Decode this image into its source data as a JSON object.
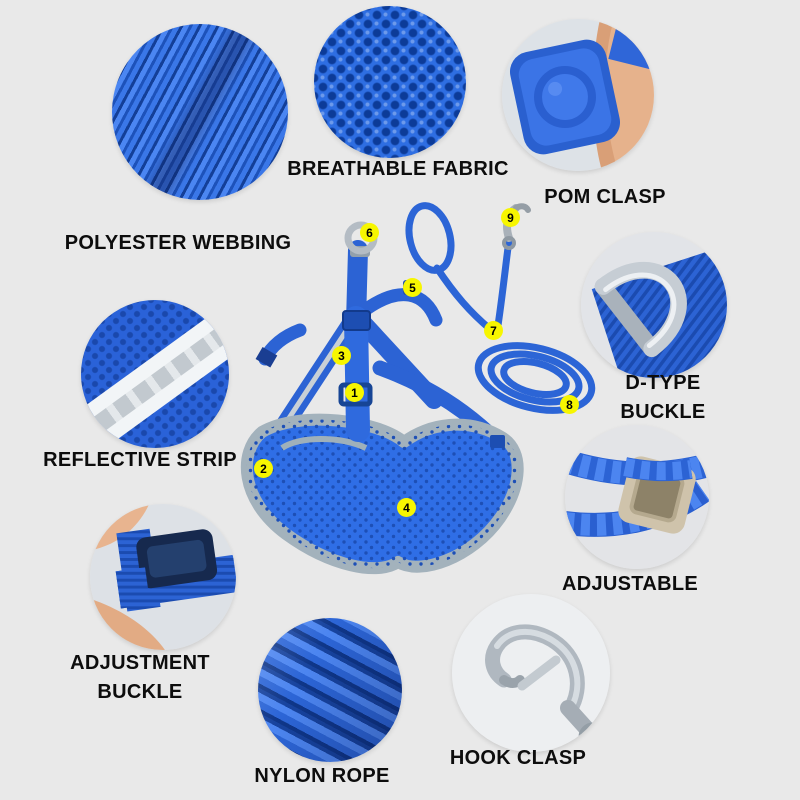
{
  "page": {
    "type": "product-feature-infographic"
  },
  "colors": {
    "background": "#e9e9e9",
    "product_blue": "#2c65d6",
    "product_blue_dark": "#17439e",
    "badge_yellow": "#f7f600",
    "label_text": "#0d0d0d",
    "reflective_gray": "#a8b5bf",
    "metal_silver": "#c3cad1",
    "buckle_tan": "#cfc3ab",
    "buckle_navy": "#16294e"
  },
  "callouts": [
    {
      "id": "polyester-webbing",
      "label": "POLYESTER WEBBING",
      "photo": "webbing-close-up"
    },
    {
      "id": "breathable-fabric",
      "label": "BREATHABLE FABRIC",
      "photo": "mesh-fabric-close-up"
    },
    {
      "id": "pom-clasp",
      "label": "POM CLASP",
      "photo": "pom-clasp-close-up"
    },
    {
      "id": "d-type-buckle",
      "label": "D-TYPE BUCKLE",
      "line1": "D-TYPE",
      "line2": "BUCKLE",
      "photo": "d-ring-close-up"
    },
    {
      "id": "adjustable",
      "label": "ADJUSTABLE",
      "photo": "rope-adjuster-close-up"
    },
    {
      "id": "reflective-strip",
      "label": "REFLECTIVE STRIP",
      "photo": "reflective-strip-close-up"
    },
    {
      "id": "adjustment-buckle",
      "label": "ADJUSTMENT BUCKLE",
      "line1": "ADJUSTMENT",
      "line2": "BUCKLE",
      "photo": "adjustment-buckle-close-up"
    },
    {
      "id": "nylon-rope",
      "label": "NYLON ROPE",
      "photo": "braided-rope-close-up"
    },
    {
      "id": "hook-clasp",
      "label": "HOOK CLASP",
      "photo": "metal-snap-hook-close-up"
    }
  ],
  "badges": {
    "numbers": [
      "1",
      "2",
      "3",
      "4",
      "5",
      "6",
      "7",
      "8",
      "9"
    ]
  },
  "product": {
    "photo": "blue-dog-harness-and-leash-set"
  }
}
